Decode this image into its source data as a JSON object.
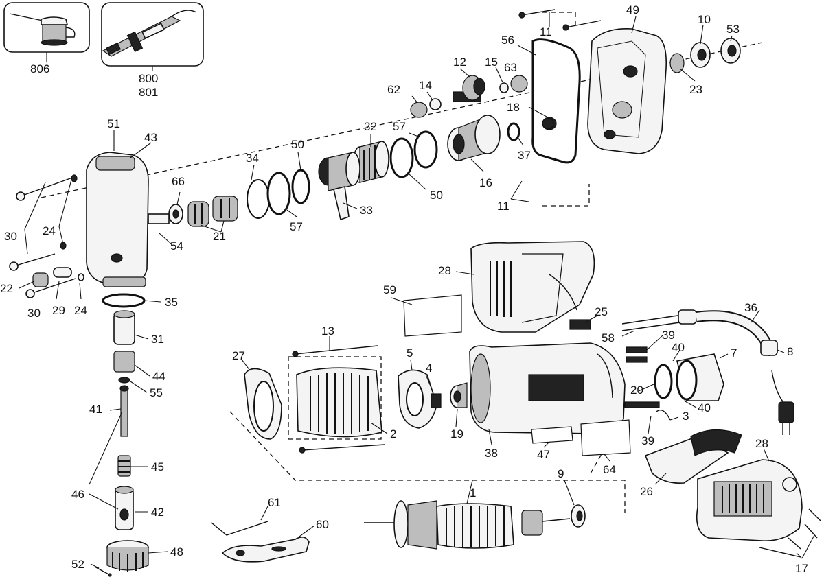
{
  "diagram": {
    "type": "exploded-parts-view",
    "inset_boxes": [
      {
        "name": "oil-can-inset",
        "labels": [
          "806"
        ]
      },
      {
        "name": "grease-gun-inset",
        "labels": [
          "800",
          "801"
        ]
      }
    ],
    "labels": {
      "l806": "806",
      "l800": "800",
      "l801": "801",
      "l11a": "11",
      "l49": "49",
      "l10": "10",
      "l53": "53",
      "l56": "56",
      "l12": "12",
      "l15": "15",
      "l63": "63",
      "l62": "62",
      "l14": "14",
      "l23": "23",
      "l18": "18",
      "l51": "51",
      "l43": "43",
      "l32": "32",
      "l57a": "57",
      "l37": "37",
      "l34": "34",
      "l50a": "50",
      "l66": "66",
      "l16": "16",
      "l50b": "50",
      "l11b": "11",
      "l30a": "30",
      "l24a": "24",
      "l33": "33",
      "l57b": "57",
      "l21": "21",
      "l54": "54",
      "l28a": "28",
      "l59": "59",
      "l22": "22",
      "l30b": "30",
      "l29": "29",
      "l24b": "24",
      "l35": "35",
      "l36": "36",
      "l25": "25",
      "l31": "31",
      "l58": "58",
      "l39a": "39",
      "l13": "13",
      "l40a": "40",
      "l7": "7",
      "l8": "8",
      "l27": "27",
      "l5": "5",
      "l4": "4",
      "l44": "44",
      "l55": "55",
      "l20": "20",
      "l40b": "40",
      "l41": "41",
      "l3": "3",
      "l2": "2",
      "l19": "19",
      "l39b": "39",
      "l38": "38",
      "l47": "47",
      "l64": "64",
      "l28b": "28",
      "l45": "45",
      "l26": "26",
      "l46": "46",
      "l42": "42",
      "l1": "1",
      "l9": "9",
      "l61": "61",
      "l60": "60",
      "l48": "48",
      "l52": "52",
      "l17": "17"
    }
  }
}
